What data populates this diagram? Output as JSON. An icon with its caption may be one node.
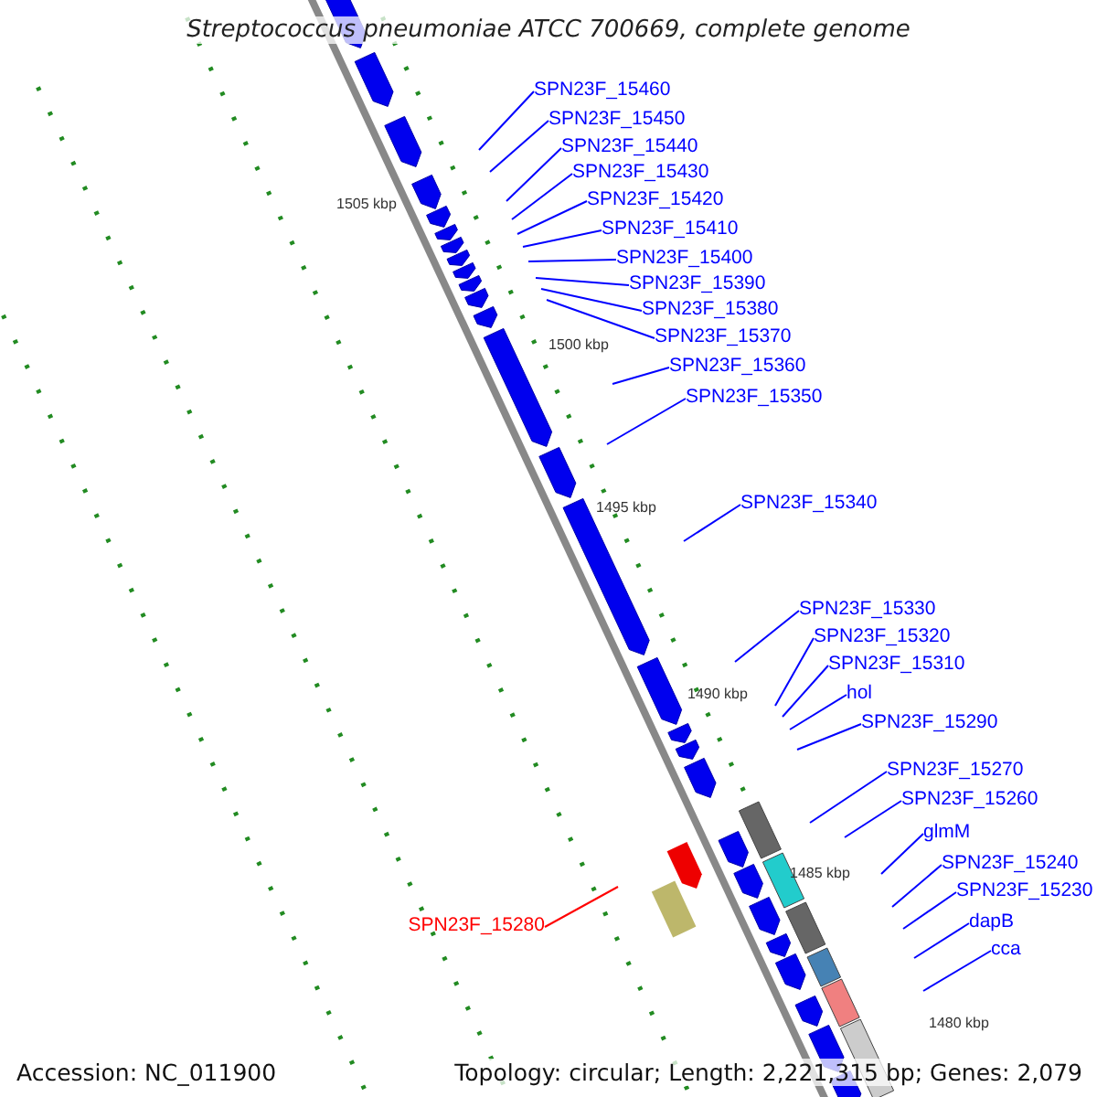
{
  "diagram": {
    "title": "Streptococcus pneumoniae ATCC 700669, complete genome",
    "nodes": [
      {
        "text": [
          "SPN23F_15460"
        ]
      },
      {
        "text": [
          "SPN23F_15450"
        ]
      },
      {
        "text": [
          "SPN23F_15440"
        ]
      },
      {
        "text": [
          "SPN23F_15430"
        ]
      },
      {
        "text": [
          "SPN23F_15420"
        ]
      },
      {
        "text": [
          "SPN23F_15410"
        ]
      },
      {
        "text": [
          "SPN23F_15400"
        ]
      },
      {
        "text": [
          "SPN23F_15390"
        ]
      },
      {
        "text": [
          "SPN23F_15380"
        ]
      },
      {
        "text": [
          "SPN23F_15370"
        ]
      },
      {
        "text": [
          "SPN23F_15360"
        ]
      },
      {
        "text": [
          "SPN23F_15350"
        ]
      },
      {
        "text": [
          "SPN23F_15340"
        ]
      },
      {
        "text": [
          "SPN23F_15330"
        ]
      },
      {
        "text": [
          "SPN23F_15320"
        ]
      },
      {
        "text": [
          "SPN23F_15310"
        ]
      },
      {
        "text": [
          "hol"
        ]
      },
      {
        "text": [
          "SPN23F_15290"
        ]
      },
      {
        "text": [
          "SPN23F_15270"
        ]
      },
      {
        "text": [
          "SPN23F_15260"
        ]
      },
      {
        "text": [
          "glmM"
        ]
      },
      {
        "text": [
          "SPN23F_15240"
        ]
      },
      {
        "text": [
          "SPN23F_15230"
        ]
      },
      {
        "text": [
          "dapB"
        ]
      },
      {
        "text": [
          "SPN23F_15280"
        ]
      },
      {
        "text": [
          "cca"
        ]
      }
    ],
    "edges": [
      {
        "from": 0,
        "to": null,
        "arrow": "none"
      },
      {
        "from": 1,
        "to": null,
        "arrow": "none"
      },
      {
        "from": 2,
        "to": null,
        "arrow": "none"
      },
      {
        "from": 3,
        "to": null,
        "arrow": "none"
      },
      {
        "from": 4,
        "to": null,
        "arrow": "none"
      },
      {
        "from": 5,
        "to": null,
        "arrow": "none"
      },
      {
        "from": 6,
        "to": null,
        "arrow": "none"
      },
      {
        "from": 7,
        "to": null,
        "arrow": "none"
      },
      {
        "from": 8,
        "to": null,
        "arrow": "none"
      },
      {
        "from": 9,
        "to": null,
        "arrow": "none"
      },
      {
        "from": 10,
        "to": null,
        "arrow": "none"
      },
      {
        "from": 11,
        "to": null,
        "arrow": "none"
      },
      {
        "from": 12,
        "to": null,
        "arrow": "none"
      },
      {
        "from": 13,
        "to": null,
        "arrow": "none"
      },
      {
        "from": 14,
        "to": null,
        "arrow": "none"
      },
      {
        "from": 15,
        "to": null,
        "arrow": "none"
      },
      {
        "from": 16,
        "to": null,
        "arrow": "none"
      },
      {
        "from": 17,
        "to": null,
        "arrow": "none"
      },
      {
        "from": 18,
        "to": null,
        "arrow": "none"
      },
      {
        "from": 19,
        "to": null,
        "arrow": "none"
      },
      {
        "from": 20,
        "to": null,
        "arrow": "none"
      },
      {
        "from": 21,
        "to": null,
        "arrow": "none"
      },
      {
        "from": 22,
        "to": null,
        "arrow": "none"
      },
      {
        "from": 23,
        "to": null,
        "arrow": "none"
      },
      {
        "from": 24,
        "to": null,
        "arrow": "none",
        "color": "#ff0000"
      },
      {
        "from": 25,
        "to": null,
        "arrow": "none"
      }
    ],
    "labels": [
      "1505 kbp",
      "1500 kbp",
      "1495 kbp",
      "1490 kbp",
      "1485 kbp",
      "1480 kbp",
      "Accession: NC_011900",
      "Topology: circular; Length: 2,221,315 bp; Genes: 2,079"
    ]
  }
}
